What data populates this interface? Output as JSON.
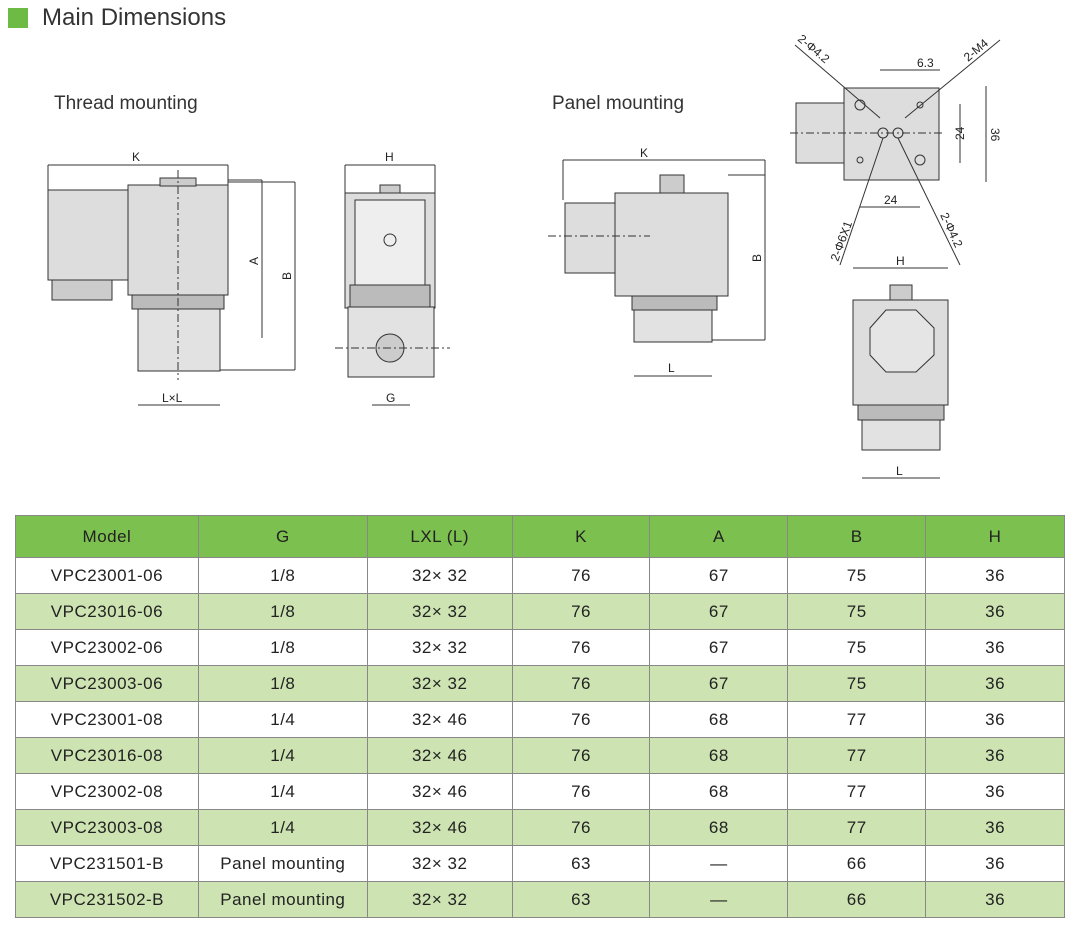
{
  "title": "Main Dimensions",
  "thread_label": "Thread mounting",
  "panel_label": "Panel mounting",
  "dims": {
    "K": "K",
    "A": "A",
    "B": "B",
    "H": "H",
    "G": "G",
    "LxL": "L×L",
    "L": "L",
    "d1": "2-Φ4.2",
    "d2": "6.3",
    "d3": "2-M4",
    "d4": "24",
    "d5": "36",
    "d6": "24",
    "d7": "2-Φ6X1",
    "d8": "2-Φ4.2"
  },
  "table": {
    "headers": [
      "Model",
      "G",
      "LXL (L)",
      "K",
      "A",
      "B",
      "H"
    ],
    "rows": [
      [
        "VPC23001-06",
        "1/8",
        "32× 32",
        "76",
        "67",
        "75",
        "36"
      ],
      [
        "VPC23016-06",
        "1/8",
        "32× 32",
        "76",
        "67",
        "75",
        "36"
      ],
      [
        "VPC23002-06",
        "1/8",
        "32× 32",
        "76",
        "67",
        "75",
        "36"
      ],
      [
        "VPC23003-06",
        "1/8",
        "32× 32",
        "76",
        "67",
        "75",
        "36"
      ],
      [
        "VPC23001-08",
        "1/4",
        "32× 46",
        "76",
        "68",
        "77",
        "36"
      ],
      [
        "VPC23016-08",
        "1/4",
        "32× 46",
        "76",
        "68",
        "77",
        "36"
      ],
      [
        "VPC23002-08",
        "1/4",
        "32× 46",
        "76",
        "68",
        "77",
        "36"
      ],
      [
        "VPC23003-08",
        "1/4",
        "32× 46",
        "76",
        "68",
        "77",
        "36"
      ],
      [
        "VPC231501-B",
        "Panel mounting",
        "32× 32",
        "63",
        "—",
        "66",
        "36"
      ],
      [
        "VPC231502-B",
        "Panel mounting",
        "32× 32",
        "63",
        "—",
        "66",
        "36"
      ]
    ]
  }
}
